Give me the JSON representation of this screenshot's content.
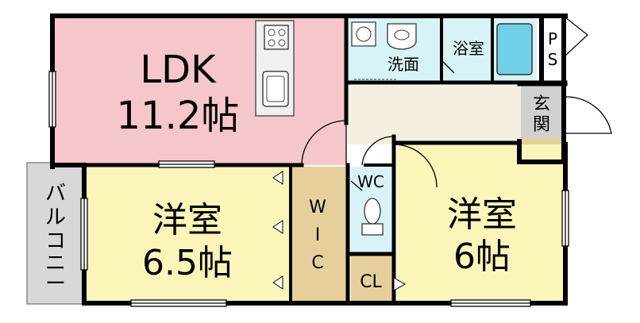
{
  "rooms": {
    "ldk": {
      "name": "LDK",
      "size": "11.2帖",
      "color": "#f5c6ca"
    },
    "western1": {
      "name": "洋室",
      "size": "6.5帖",
      "color": "#fbf5b9"
    },
    "western2": {
      "name": "洋室",
      "size": "6帖",
      "color": "#fbf5b9"
    },
    "wic": {
      "chars": [
        "W",
        "I",
        "C"
      ],
      "color": "#e6cf9b"
    },
    "washroom": {
      "name": "洗面",
      "color": "#d8f3f7"
    },
    "bath": {
      "name": "浴室",
      "color": "#d8f3f7"
    },
    "ps": {
      "chars": [
        "P",
        "S"
      ]
    },
    "entrance": {
      "chars": [
        "玄",
        "関"
      ],
      "color": "#d0d0d0"
    },
    "wc": {
      "name": "WC",
      "color": "#d8f3f7"
    },
    "cl": {
      "name": "CL",
      "color": "#e6cf9b"
    },
    "balcony": {
      "chars": [
        "バ",
        "ル",
        "コ",
        "ニ",
        "ー"
      ],
      "color": "#d8d8d8"
    },
    "hall": {
      "color": "#f4efdf"
    }
  },
  "colors": {
    "wall": "#000000",
    "fixture": "#6fd0e6"
  }
}
